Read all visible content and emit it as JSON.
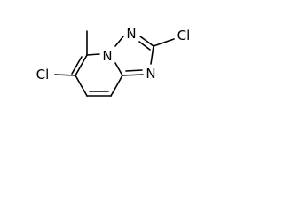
{
  "structure": {
    "atoms": {
      "n_bridge": "N",
      "n_ring_top": "N",
      "n_ring_right": "N",
      "cl_triazole": "Cl",
      "cl_pyridine": "Cl"
    },
    "colors": {
      "bond": "#000000",
      "label": "#000000",
      "background": "#ffffff"
    }
  }
}
